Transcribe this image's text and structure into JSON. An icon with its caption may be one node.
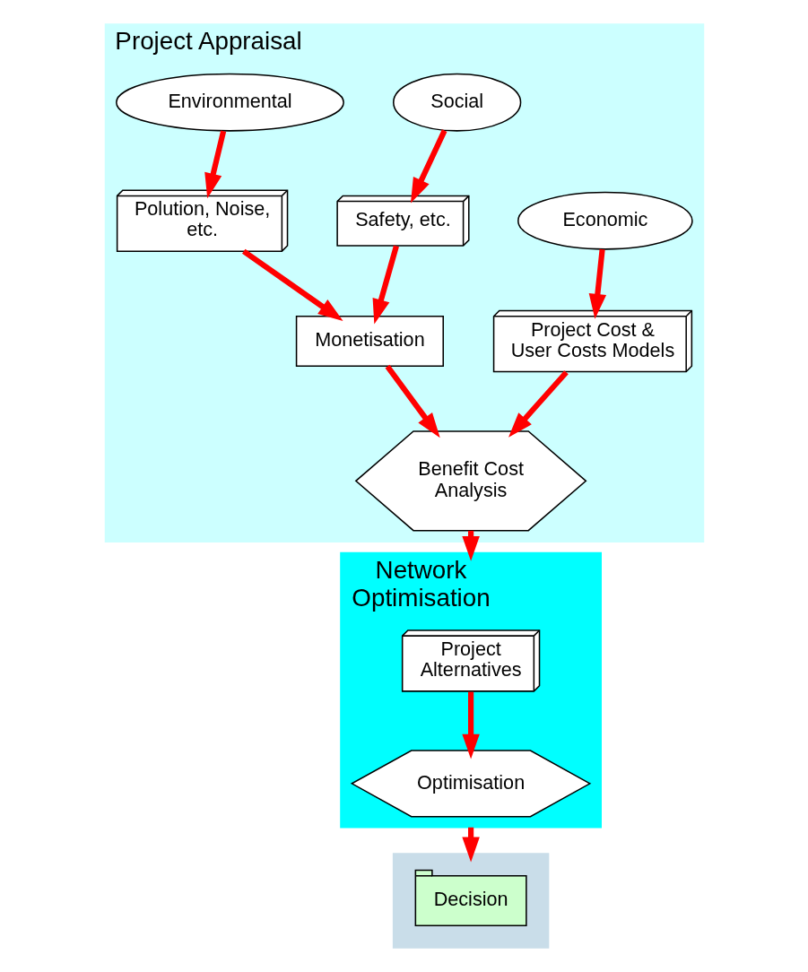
{
  "diagram": {
    "nodes": [
      {
        "text": [
          "Project Appraisal"
        ]
      },
      {
        "text": [
          "Economic"
        ],
        "in": 0
      },
      {
        "text": [
          "Social"
        ],
        "in": 0
      },
      {
        "text": [
          "Environmental"
        ],
        "in": 0
      },
      {
        "text": [
          "Project Cost & User Costs Models"
        ],
        "in": 0
      },
      {
        "text": [
          "Safety, etc."
        ],
        "in": 0
      },
      {
        "text": [
          "Polution, Noise, etc."
        ],
        "in": 0
      },
      {
        "text": [
          "Monetisation"
        ],
        "in": 0
      },
      {
        "text": [
          "Benefit Cost Analysis"
        ],
        "in": 0
      },
      {
        "text": [
          "Network Optimisation"
        ]
      },
      {
        "text": [
          "Project Alternatives"
        ],
        "in": 9
      },
      {
        "text": [
          "Optimisation"
        ],
        "in": 9
      },
      {
        "text": [],
        "shape": "bar"
      },
      {
        "text": [
          "Decision"
        ],
        "in": 12
      }
    ],
    "edges": [
      {
        "from": 1,
        "to": 4,
        "arrow": "to"
      },
      {
        "from": 2,
        "to": 5,
        "arrow": "to"
      },
      {
        "from": 3,
        "to": 6,
        "arrow": "to"
      },
      {
        "from": 5,
        "to": 7,
        "arrow": "to"
      },
      {
        "from": 6,
        "to": 7,
        "arrow": "to"
      },
      {
        "from": 4,
        "to": 8,
        "arrow": "to"
      },
      {
        "from": 7,
        "to": 8,
        "arrow": "to"
      },
      {
        "from": 8,
        "to": 9,
        "arrow": "to"
      },
      {
        "from": 10,
        "to": 11,
        "arrow": "to"
      },
      {
        "from": 9,
        "to": 12,
        "arrow": "to"
      }
    ]
  }
}
